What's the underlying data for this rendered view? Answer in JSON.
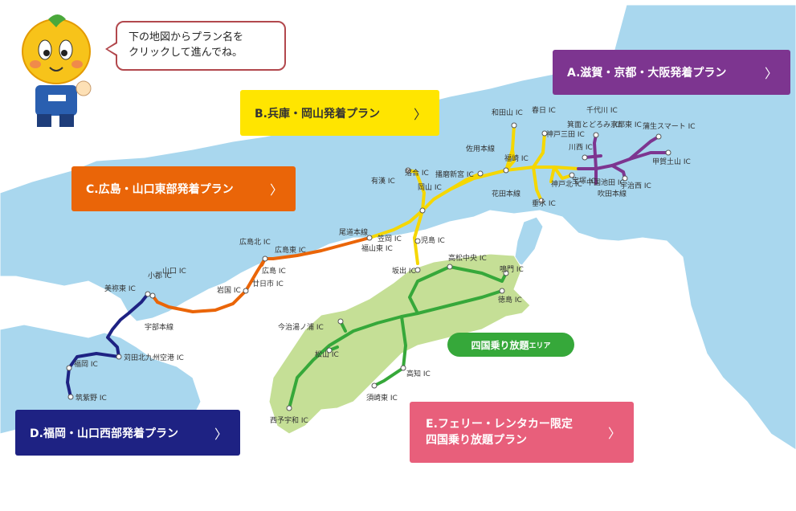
{
  "speech_bubble": {
    "line1": "下の地図からプラン名を",
    "line2": "クリックして進んでね。"
  },
  "plans": {
    "a": {
      "label": "A.滋賀・京都・大阪発着プラン",
      "color": "#7d3590"
    },
    "b": {
      "label": "B.兵庫・岡山発着プラン",
      "color": "#ffe500"
    },
    "c": {
      "label": "C.広島・山口東部発着プラン",
      "color": "#ea6508"
    },
    "d": {
      "label": "D.福岡・山口西部発着プラン",
      "color": "#1e2283"
    },
    "e": {
      "line1": "E.フェリー・レンタカー限定",
      "line2": "四国乗り放題プラン",
      "color": "#e85f7b"
    }
  },
  "arrow_glyph": "〉",
  "area_badge": {
    "label_main": "四国乗り放題",
    "label_small": "エリア",
    "color": "#36a83a"
  },
  "map_labels": {
    "wadayama": "和田山 IC",
    "kasuga": "春日 IC",
    "chiyokawa": "千代川 IC",
    "mino": "箕面とどろみ IC",
    "kyotohigashi": "京都東 IC",
    "gamo": "蒲生スマート IC",
    "kobutsuki": "甲賀土山 IC",
    "kawanishi": "川西 IC",
    "kobesanda": "神戸三田 IC",
    "fukusaki": "福崎 IC",
    "sayo": "佐用本線",
    "ochiai": "落合 IC",
    "harima": "播磨新宮 IC",
    "ukan": "有漢 IC",
    "okayama": "岡山 IC",
    "hanada": "花田本線",
    "kobenishi": "神戸北 IC",
    "takarazuka": "宝塚 IC",
    "tarumi": "垂水 IC",
    "suita": "中国池田 IC",
    "suita_honsen": "吹田本線",
    "ujinishi": "宇治西 IC",
    "onomichi": "尾道本線",
    "fukuyamahigashi": "福山東 IC",
    "kasaoka": "笠岡 IC",
    "kojima": "児島 IC",
    "sakaide": "坂出 IC",
    "takamatsu": "高松中央 IC",
    "naruto": "鳴門 IC",
    "tokushima": "徳島 IC",
    "hiroshimakita": "広島北 IC",
    "hiroshimahigashi": "広島東 IC",
    "hiroshima": "広島 IC",
    "hatsukaichi": "廿日市 IC",
    "iwakuni": "岩国 IC",
    "yamaguchi": "山口 IC",
    "ogori": "小郡 IC",
    "mine": "美祢東 IC",
    "ube": "宇部本線",
    "kanda": "苅田北九州空港 IC",
    "fukuoka": "福岡 IC",
    "chikushino": "筑紫野 IC",
    "imabari": "今治湯ノ浦 IC",
    "matsuyama": "松山 IC",
    "kochi": "高知 IC",
    "susaki": "須崎東 IC",
    "uwajima": "西予宇和 IC"
  }
}
